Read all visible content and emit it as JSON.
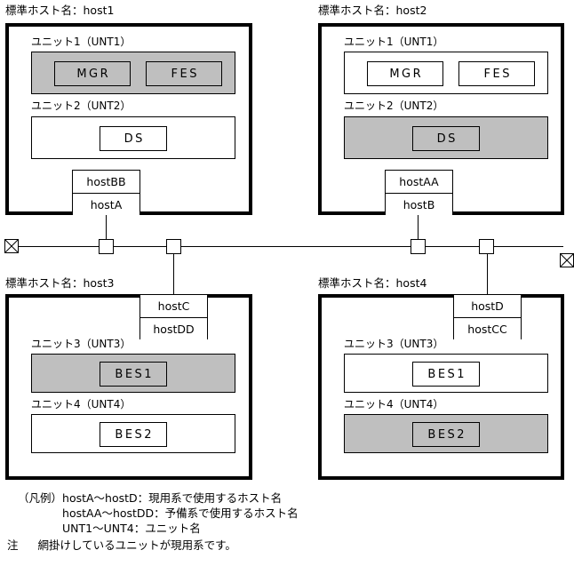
{
  "diagram": {
    "title_prefix": "標準ホスト名：",
    "hosts": [
      {
        "id": "host1",
        "title": "標準ホスト名：host1",
        "units": [
          {
            "label": "ユニット1（UNT1）",
            "active": true,
            "services": [
              "MGR",
              "FES"
            ]
          },
          {
            "label": "ユニット2（UNT2）",
            "active": false,
            "services": [
              "DS"
            ]
          }
        ],
        "hostnames": [
          "hostBB",
          "hostA"
        ]
      },
      {
        "id": "host2",
        "title": "標準ホスト名：host2",
        "units": [
          {
            "label": "ユニット1（UNT1）",
            "active": false,
            "services": [
              "MGR",
              "FES"
            ]
          },
          {
            "label": "ユニット2（UNT2）",
            "active": true,
            "services": [
              "DS"
            ]
          }
        ],
        "hostnames": [
          "hostAA",
          "hostB"
        ]
      },
      {
        "id": "host3",
        "title": "標準ホスト名：host3",
        "units": [
          {
            "label": "ユニット3（UNT3）",
            "active": true,
            "services": [
              "BES1"
            ]
          },
          {
            "label": "ユニット4（UNT4）",
            "active": false,
            "services": [
              "BES2"
            ]
          }
        ],
        "hostnames": [
          "hostC",
          "hostDD"
        ]
      },
      {
        "id": "host4",
        "title": "標準ホスト名：host4",
        "units": [
          {
            "label": "ユニット3（UNT3）",
            "active": false,
            "services": [
              "BES1"
            ]
          },
          {
            "label": "ユニット4（UNT4）",
            "active": true,
            "services": [
              "BES2"
            ]
          }
        ],
        "hostnames": [
          "hostD",
          "hostCC"
        ]
      }
    ],
    "network": {
      "taps": 4,
      "terminators": 2
    },
    "legend": {
      "heading": "（凡例）",
      "lines": [
        "hostA〜hostD：現用系で使用するホスト名",
        "hostAA〜hostDD：予備系で使用するホスト名",
        "UNT1〜UNT4：ユニット名"
      ],
      "note_label": "注",
      "note_text": "網掛けしているユニットが現用系です。"
    },
    "colors": {
      "active_fill": "#bfbfbf",
      "stroke": "#000000",
      "background": "#ffffff"
    }
  }
}
